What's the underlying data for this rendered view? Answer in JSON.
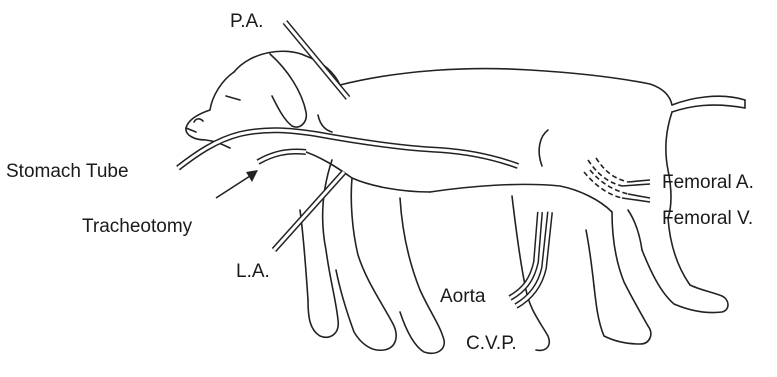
{
  "labels": {
    "pa": "P.A.",
    "stomach_tube": "Stomach Tube",
    "tracheotomy": "Tracheotomy",
    "la": "L.A.",
    "femoral_a": "Femoral A.",
    "femoral_v": "Femoral V.",
    "aorta": "Aorta",
    "cvp": "C.V.P."
  },
  "colors": {
    "line": "#222222",
    "background": "#ffffff"
  }
}
